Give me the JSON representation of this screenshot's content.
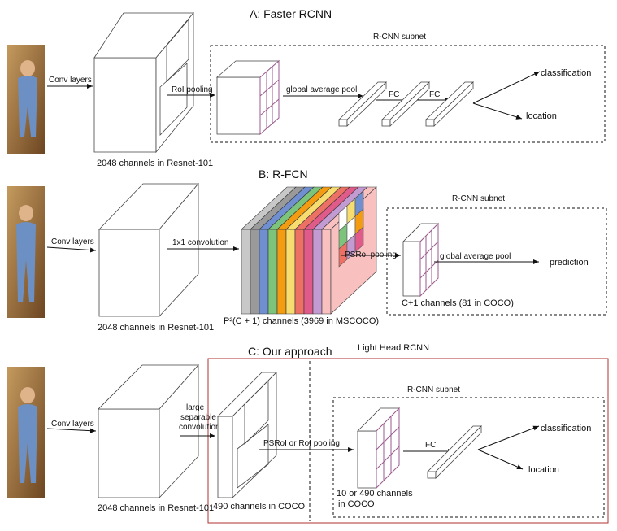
{
  "panel_a": {
    "title": "A: Faster RCNN",
    "subnet_label": "R-CNN subnet",
    "conv_label": "Conv layers",
    "roi_label": "RoI pooling",
    "gap_label": "global average pool",
    "fc1_label": "FC",
    "fc2_label": "FC",
    "cls_label": "classification",
    "loc_label": "location",
    "channels_label": "2048 channels in Resnet-101"
  },
  "panel_b": {
    "title": "B: R-FCN",
    "subnet_label": "R-CNN subnet",
    "conv_label": "Conv layers",
    "conv1x1_label": "1x1 convolution",
    "psroi_label": "PSRoI pooling",
    "gap_label": "global average pool",
    "pred_label": "prediction",
    "c1_label": "C+1 channels (81 in COCO)",
    "p2_label": "P²(C + 1)  channels (3969 in MSCOCO)",
    "channels_label": "2048 channels in Resnet-101",
    "slice_colors": [
      "#c8c8c8",
      "#9a9a9a",
      "#6f8fd0",
      "#7cc47c",
      "#f39c12",
      "#f7dc6f",
      "#ec7063",
      "#e05a8a",
      "#c39bd3",
      "#f9c0c0"
    ]
  },
  "panel_c": {
    "title": "C: Our approach",
    "light_head_label": "Light Head RCNN",
    "subnet_label": "R-CNN subnet",
    "conv_label": "Conv layers",
    "large_label_1": "large",
    "large_label_2": "separable",
    "large_label_3": "convolution",
    "psroi_label": "PSRoI or RoI pooling",
    "fc_label": "FC",
    "cls_label": "classification",
    "loc_label": "location",
    "ch490_label": "490 channels in COCO",
    "ch10_label_1": "10  or 490 channels",
    "ch10_label_2": "in COCO",
    "channels_label": "2048 channels in Resnet-101"
  },
  "colors": {
    "photo_bg": "#a57a45",
    "photo_dark": "#5a3b1d",
    "outfit": "#6c8fc4",
    "red_frame": "#b03030",
    "grid_purple": "#9b5a8f"
  }
}
